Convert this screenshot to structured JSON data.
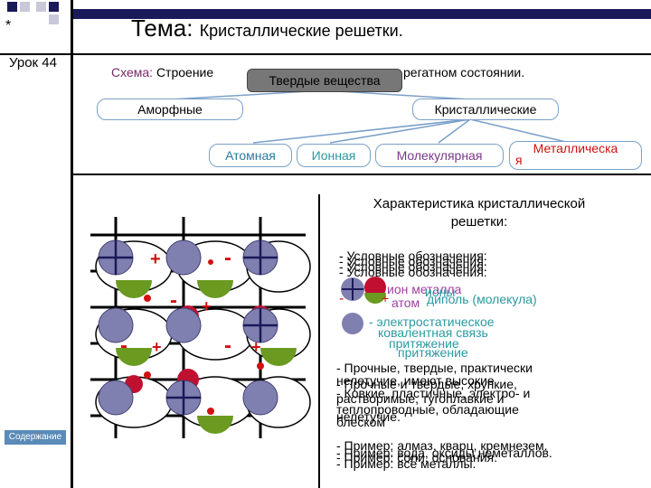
{
  "header": {
    "star": "*",
    "title_prefix": "Тема:",
    "title_rest": "Кристаллические решетки.",
    "lesson": "Урок 44"
  },
  "schema": {
    "label": "Схема:",
    "text_left": "Строение",
    "text_right": "регатном состоянии.",
    "root": "Твердые вещества",
    "level1": [
      "Аморфные",
      "Кристаллические"
    ],
    "level2": [
      "Атомная",
      "Ионная",
      "Молекулярная",
      "Металлическа",
      "я"
    ]
  },
  "sidebar": {
    "contents_button": "Содержание"
  },
  "characteristics": {
    "title_line1": "Характеристика кристаллической",
    "title_line2": "решетки:",
    "legend_lines": [
      "- Условные обозначения:",
      "- Условные обозначения:",
      "- Условные обозначения:",
      "- Условные обозначения:"
    ],
    "legend_items": [
      "ион металла",
      "атом",
      "диполь (молекула)",
      "ионы",
      "- электростатическое",
      "ковалентная связь",
      "притяжение",
      "притяжение"
    ],
    "props": [
      "- Прочные, твердые, практически",
      "нелетучие, имеют высокие",
      "- Прочные и твердые, хрупкие,",
      "растворимые, тугоплавкие и",
      "- Ковкие, пластичные, электро- и",
      "теплопроводные, обладающие",
      "блеском",
      "нелетучие."
    ],
    "examples": [
      "- Пример: алмаз, кварц, кремнезем.",
      "- Пример: вода, оксиды неметаллов.",
      "- Пример: соли, основания.",
      "- Пример: все металлы."
    ]
  },
  "colors": {
    "navy": "#1a1a5a",
    "accent_blue": "#7aa0c8",
    "red": "#d01010",
    "green": "#6a9a20",
    "ion": "#8080b0"
  }
}
